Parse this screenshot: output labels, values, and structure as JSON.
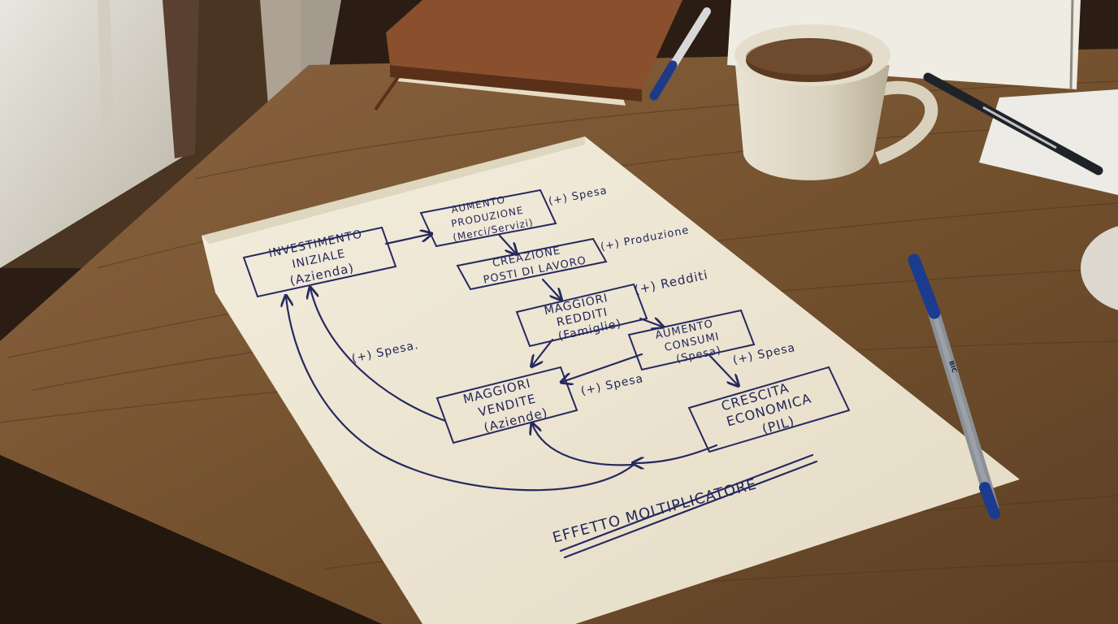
{
  "diagram": {
    "title": "EFFETTO MOLTIPLICATORE",
    "nodes": {
      "investimento": [
        "INVESTIMENTO",
        "INIZIALE",
        "(Azienda)"
      ],
      "produzione": [
        "AUMENTO",
        "PRODUZIONE",
        "(Merci/Servizi)"
      ],
      "lavoro": [
        "CREAZIONE",
        "POSTI DI LAVORO"
      ],
      "redditi": [
        "MAGGIORI",
        "REDDITI",
        "(Famiglie)"
      ],
      "consumi": [
        "AUMENTO",
        "CONSUMI",
        "(Spesa)"
      ],
      "crescita": [
        "CRESCITA",
        "ECONOMICA",
        "(PIL)"
      ],
      "vendite": [
        "MAGGIORI",
        "VENDITE",
        "(Aziende)"
      ]
    },
    "labels": {
      "spesa_top": "(+) Spesa",
      "produzione": "(+) Produzione",
      "redditi": "(+) Redditi",
      "spesa_right": "(+) Spesa",
      "spesa_mid": "(+) Spesa",
      "spesa_left": "(+) Spesa."
    }
  },
  "objects": {
    "pen_brand": "BIC"
  },
  "colors": {
    "ink": "#26295f",
    "paper": "#efe8d6",
    "table": "#7a5636",
    "notebook": "#8a4f2c"
  }
}
